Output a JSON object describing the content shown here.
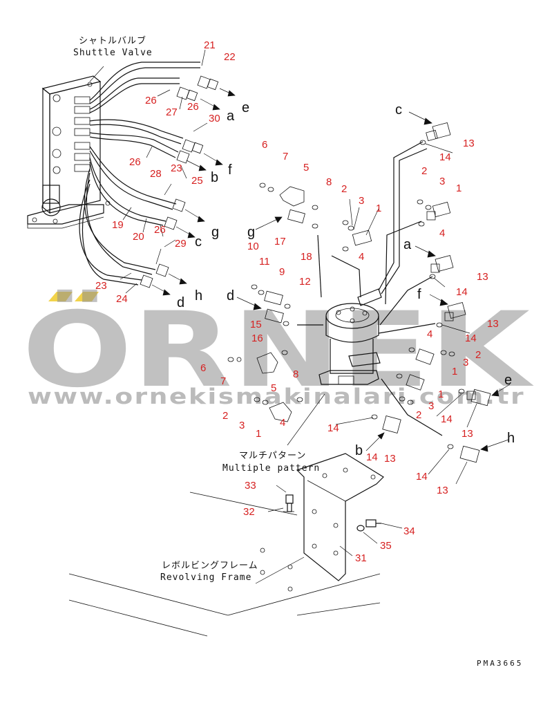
{
  "labels": {
    "shuttle_valve_jp": "シャトルバルブ",
    "shuttle_valve_en": "Shuttle Valve",
    "multiple_pattern_jp": "マルチパターン",
    "multiple_pattern_en": "Multiple pattern",
    "revolving_frame_jp": "レボルビングフレーム",
    "revolving_frame_en": "Revolving Frame",
    "drawing_code": "PMA3665"
  },
  "watermark": {
    "brand": "ÖRNEK",
    "url": "www.ornekismakinalari.com.tr",
    "accent_color": "#f2d34a"
  },
  "colors": {
    "part_number": "#d62020",
    "line": "#111111"
  },
  "part_numbers": [
    "21",
    "22",
    "26",
    "27",
    "26",
    "30",
    "26",
    "28",
    "23",
    "25",
    "19",
    "20",
    "26",
    "29",
    "23",
    "24",
    "6",
    "7",
    "5",
    "8",
    "2",
    "3",
    "1",
    "4",
    "10",
    "17",
    "18",
    "11",
    "9",
    "12",
    "15",
    "16",
    "6",
    "7",
    "5",
    "8",
    "2",
    "3",
    "4",
    "1",
    "14",
    "13",
    "14",
    "2",
    "3",
    "1",
    "4",
    "13",
    "14",
    "13",
    "14",
    "4",
    "3",
    "2",
    "1",
    "1",
    "3",
    "2",
    "14",
    "13",
    "14",
    "13",
    "14",
    "13",
    "33",
    "32",
    "34",
    "35",
    "31"
  ],
  "port_letters": [
    "a",
    "e",
    "b",
    "f",
    "c",
    "g",
    "d",
    "h",
    "c",
    "g",
    "d",
    "a",
    "f",
    "e",
    "b",
    "h"
  ]
}
